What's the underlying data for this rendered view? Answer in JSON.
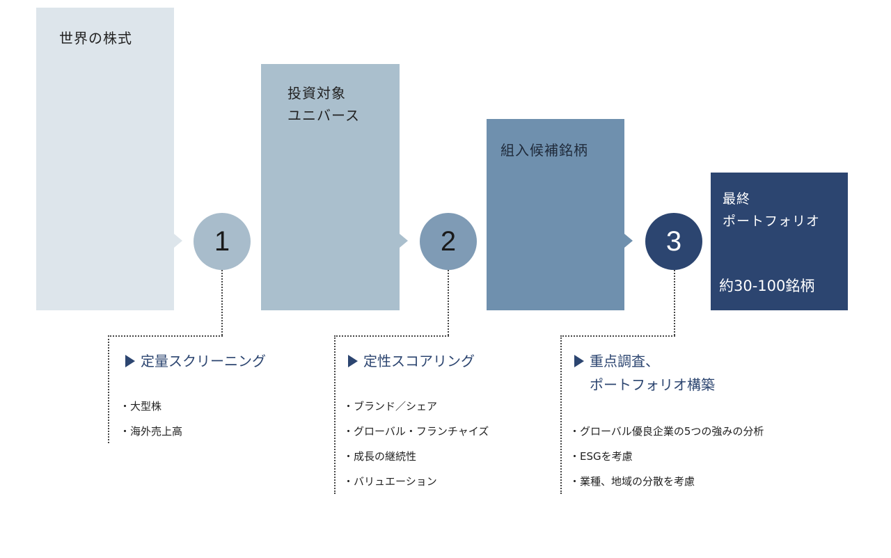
{
  "colors": {
    "stage1_fill": "#dde5eb",
    "stage2_fill": "#aabfcd",
    "stage3_fill": "#6f90ae",
    "stage4_fill": "#2c4570",
    "accent_text": "#2c4570"
  },
  "stages": [
    {
      "title": "世界の株式"
    },
    {
      "title_line1": "投資対象",
      "title_line2": "ユニバース"
    },
    {
      "title": "組入候補銘柄"
    },
    {
      "title_line1": "最終",
      "title_line2": "ポートフォリオ",
      "count": "約30-100銘柄"
    }
  ],
  "steps": [
    {
      "number": "1",
      "heading": "定量スクリーニング",
      "bullets": [
        "大型株",
        "海外売上高"
      ]
    },
    {
      "number": "2",
      "heading": "定性スコアリング",
      "bullets": [
        "ブランド／シェア",
        "グローバル・フランチャイズ",
        "成長の継続性",
        "バリュエーション"
      ]
    },
    {
      "number": "3",
      "heading_line1": "重点調査、",
      "heading_line2": "ポートフォリオ構築",
      "bullets": [
        "グローバル優良企業の5つの強みの分析",
        "ESGを考慮",
        "業種、地域の分散を考慮"
      ]
    }
  ]
}
